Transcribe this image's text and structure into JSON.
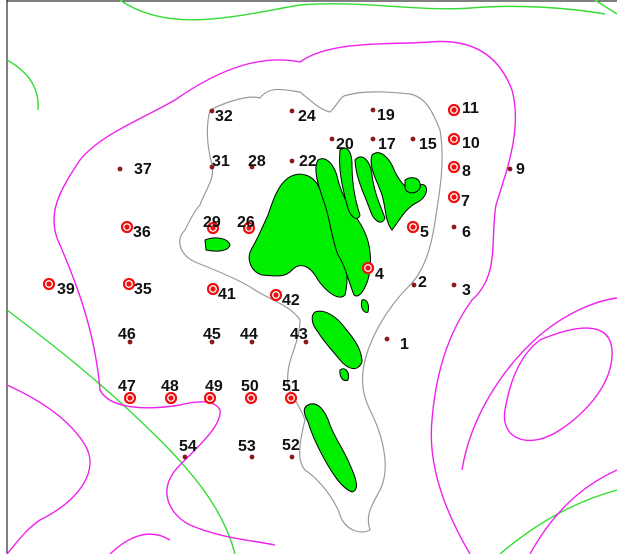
{
  "colors": {
    "land": "#00ee00",
    "contour_pink": "#ee22ee",
    "contour_green": "#33dd33",
    "shelf_outline": "#9a9a9a",
    "station_ring": "#ee1111",
    "station_dot": "#8b1a1a"
  },
  "stations": [
    {
      "id": "1",
      "label": "1",
      "style": "dot"
    },
    {
      "id": "2",
      "label": "2",
      "style": "dot"
    },
    {
      "id": "3",
      "label": "3",
      "style": "dot"
    },
    {
      "id": "4",
      "label": "4",
      "style": "ring"
    },
    {
      "id": "5",
      "label": "5",
      "style": "ring"
    },
    {
      "id": "6",
      "label": "6",
      "style": "dot"
    },
    {
      "id": "7",
      "label": "7",
      "style": "ring"
    },
    {
      "id": "8",
      "label": "8",
      "style": "ring"
    },
    {
      "id": "9",
      "label": "9",
      "style": "dot"
    },
    {
      "id": "10",
      "label": "10",
      "style": "ring"
    },
    {
      "id": "11",
      "label": "11",
      "style": "ring"
    },
    {
      "id": "15",
      "label": "15",
      "style": "dot"
    },
    {
      "id": "17",
      "label": "17",
      "style": "dot"
    },
    {
      "id": "19",
      "label": "19",
      "style": "dot"
    },
    {
      "id": "20",
      "label": "20",
      "style": "dot"
    },
    {
      "id": "22",
      "label": "22",
      "style": "dot"
    },
    {
      "id": "24",
      "label": "24",
      "style": "dot"
    },
    {
      "id": "26",
      "label": "26",
      "style": "ring"
    },
    {
      "id": "28",
      "label": "28",
      "style": "dot"
    },
    {
      "id": "29",
      "label": "29",
      "style": "ring"
    },
    {
      "id": "31",
      "label": "31",
      "style": "dot"
    },
    {
      "id": "32",
      "label": "32",
      "style": "dot"
    },
    {
      "id": "35",
      "label": "35",
      "style": "ring"
    },
    {
      "id": "36",
      "label": "36",
      "style": "ring"
    },
    {
      "id": "37",
      "label": "37",
      "style": "dot"
    },
    {
      "id": "39",
      "label": "39",
      "style": "ring"
    },
    {
      "id": "41",
      "label": "41",
      "style": "ring"
    },
    {
      "id": "42",
      "label": "42",
      "style": "ring"
    },
    {
      "id": "43",
      "label": "43",
      "style": "dot"
    },
    {
      "id": "44",
      "label": "44",
      "style": "dot"
    },
    {
      "id": "45",
      "label": "45",
      "style": "dot"
    },
    {
      "id": "46",
      "label": "46",
      "style": "dot"
    },
    {
      "id": "47",
      "label": "47",
      "style": "ring"
    },
    {
      "id": "48",
      "label": "48",
      "style": "ring"
    },
    {
      "id": "49",
      "label": "49",
      "style": "ring"
    },
    {
      "id": "50",
      "label": "50",
      "style": "ring"
    },
    {
      "id": "51",
      "label": "51",
      "style": "ring"
    },
    {
      "id": "52",
      "label": "52",
      "style": "dot"
    },
    {
      "id": "53",
      "label": "53",
      "style": "dot"
    },
    {
      "id": "54",
      "label": "54",
      "style": "dot"
    }
  ]
}
